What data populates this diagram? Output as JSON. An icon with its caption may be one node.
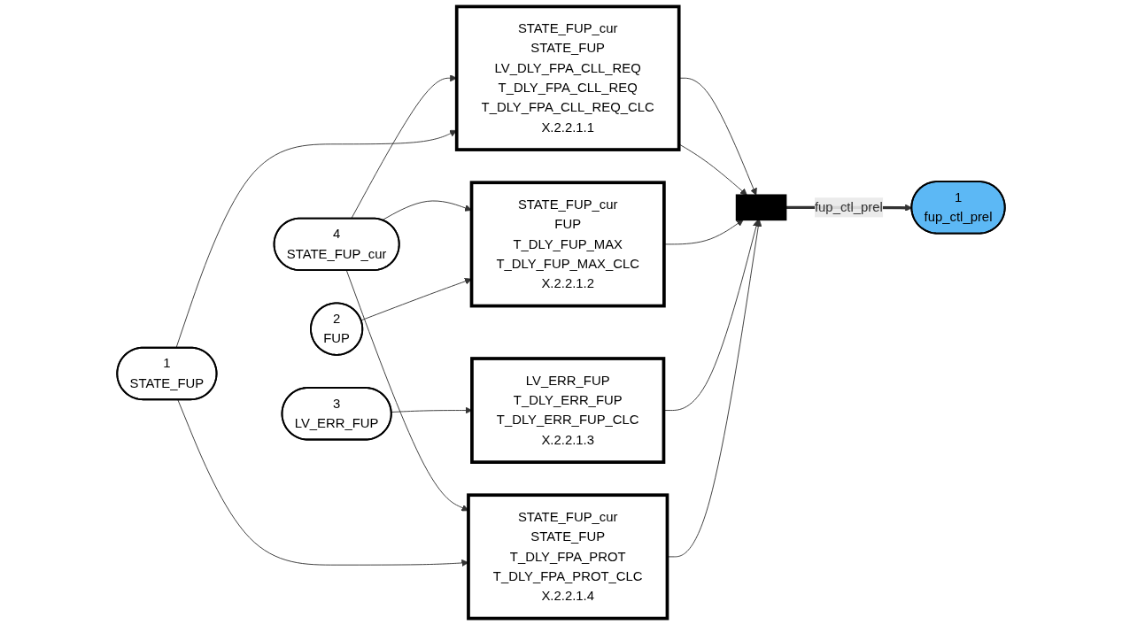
{
  "diagram": {
    "nodes": [
      {
        "text": [
          "4",
          "STATE_FUP_cur"
        ]
      },
      {
        "text": [
          "1",
          "STATE_FUP"
        ]
      },
      {
        "text": [
          "2",
          "FUP"
        ]
      },
      {
        "text": [
          "3",
          "LV_ERR_FUP"
        ]
      },
      {
        "text": [
          "STATE_FUP_cur",
          "STATE_FUP",
          "LV_DLY_FPA_CLL_REQ",
          "T_DLY_FPA_CLL_REQ",
          "T_DLY_FPA_CLL_REQ_CLC",
          "X.2.2.1.1"
        ]
      },
      {
        "text": [
          "STATE_FUP_cur",
          "FUP",
          "T_DLY_FUP_MAX",
          "T_DLY_FUP_MAX_CLC",
          "X.2.2.1.2"
        ]
      },
      {
        "text": [
          "LV_ERR_FUP",
          "T_DLY_ERR_FUP",
          "T_DLY_ERR_FUP_CLC",
          "X.2.2.1.3"
        ]
      },
      {
        "text": [
          "STATE_FUP_cur",
          "STATE_FUP",
          "T_DLY_FPA_PROT",
          "T_DLY_FPA_PROT_CLC",
          "X.2.2.1.4"
        ]
      },
      {
        "text": [],
        "shape": "bar"
      },
      {
        "text": [
          "1",
          "fup_ctl_prel"
        ]
      }
    ],
    "edges": [
      {
        "from": 0,
        "to": 4,
        "arrow": "to"
      },
      {
        "from": 0,
        "to": 5,
        "arrow": "to"
      },
      {
        "from": 0,
        "to": 7,
        "arrow": "to"
      },
      {
        "from": 1,
        "to": 4,
        "arrow": "to"
      },
      {
        "from": 1,
        "to": 7,
        "arrow": "to"
      },
      {
        "from": 2,
        "to": 5,
        "arrow": "to"
      },
      {
        "from": 3,
        "to": 6,
        "arrow": "to"
      },
      {
        "from": 4,
        "to": 8,
        "arrow": "to"
      },
      {
        "from": 4,
        "to": 8,
        "arrow": "to"
      },
      {
        "from": 5,
        "to": 8,
        "arrow": "to"
      },
      {
        "from": 6,
        "to": 8,
        "arrow": "to"
      },
      {
        "from": 7,
        "to": 8,
        "arrow": "to"
      },
      {
        "from": 8,
        "to": 9,
        "arrow": "to",
        "label": "fup_ctl_prel",
        "style": "thick"
      }
    ]
  }
}
